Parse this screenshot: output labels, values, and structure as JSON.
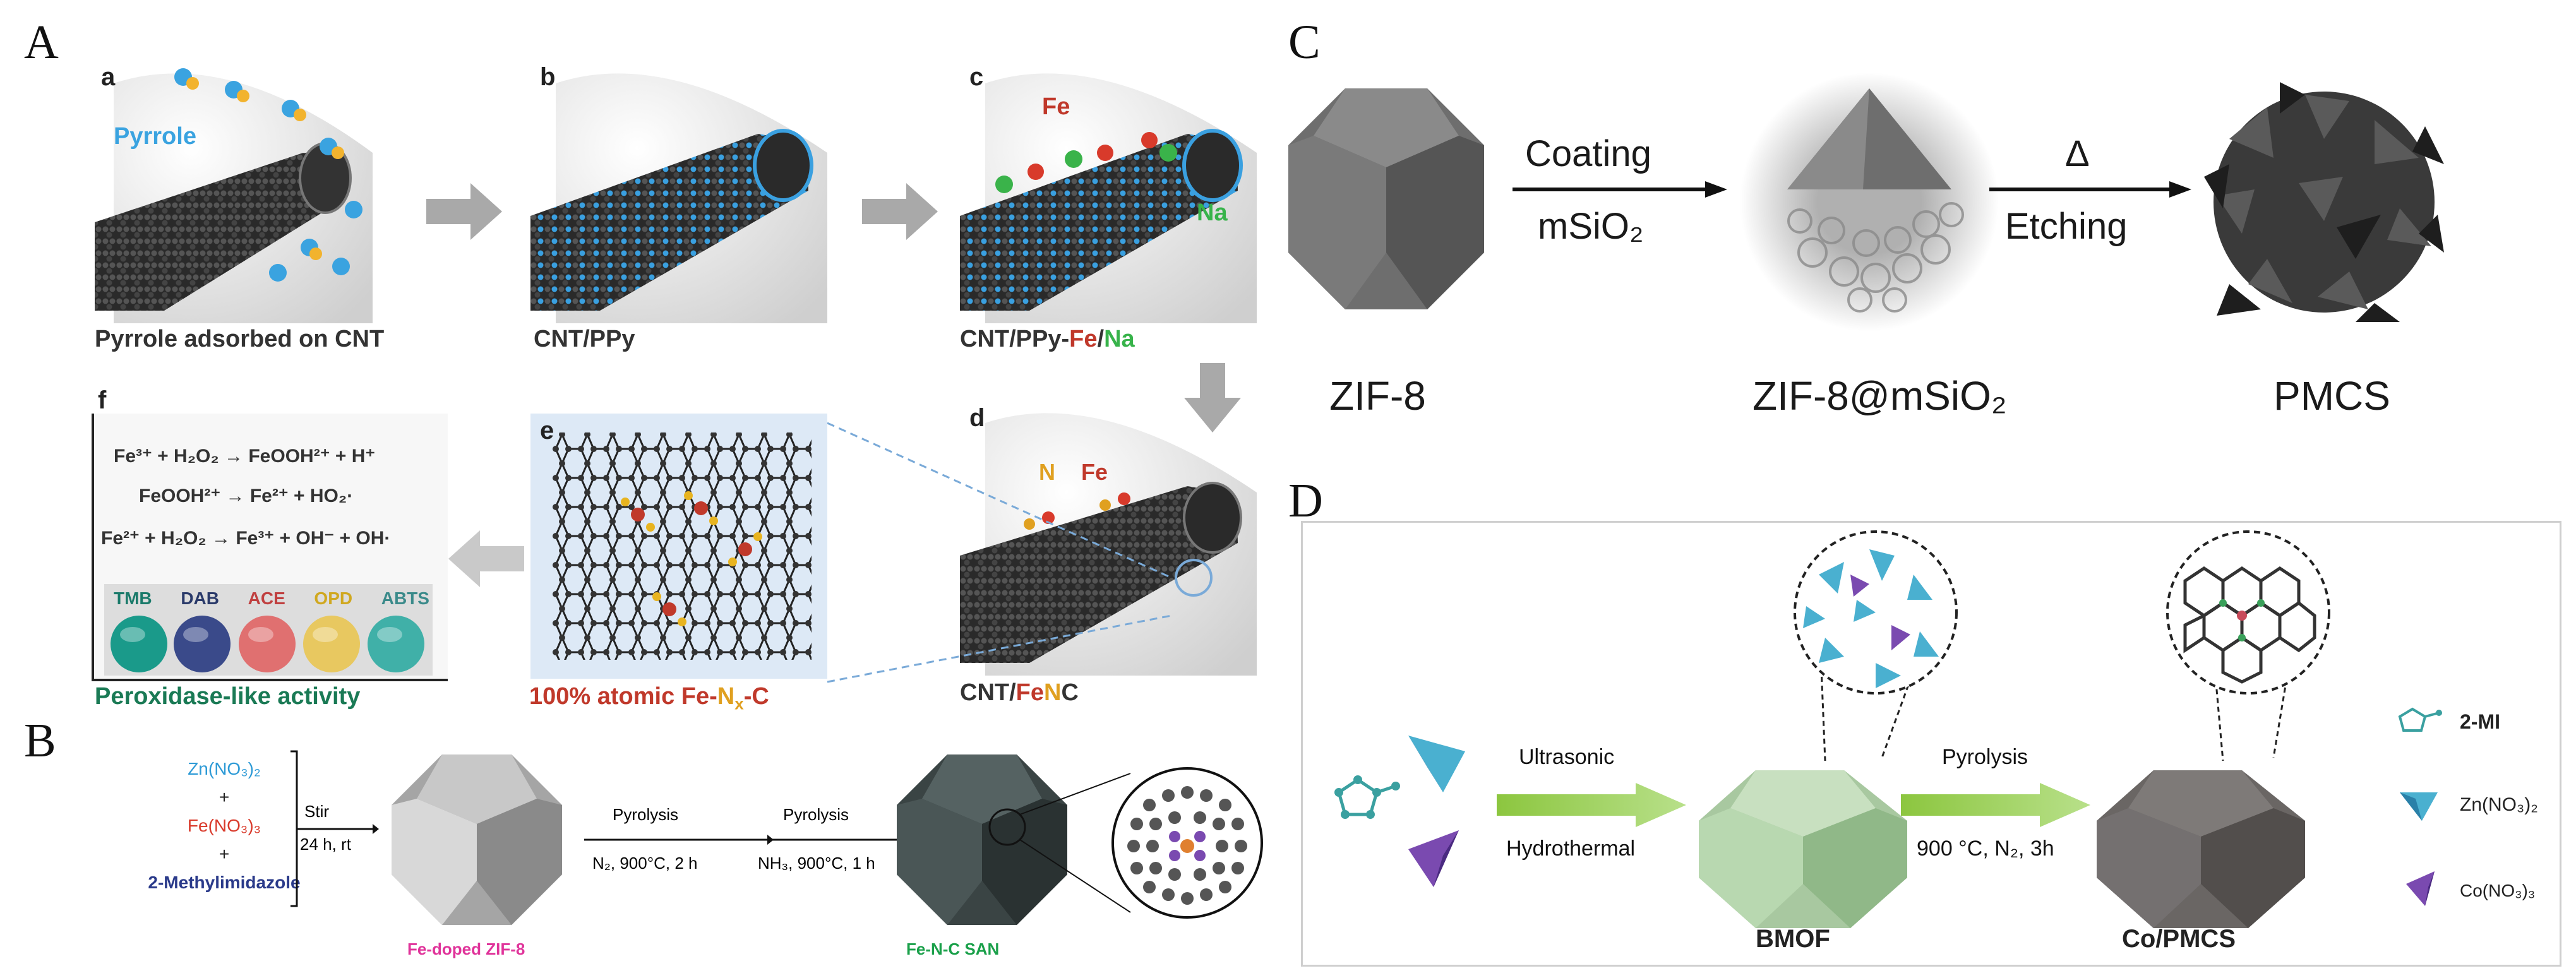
{
  "colors": {
    "pyrrole": "#38a3e0",
    "fe": "#c0392b",
    "na": "#37b34a",
    "n": "#e0a020",
    "activity": "#1a7a55",
    "zn": "#2d9ad6",
    "fe_b": "#d93a2b",
    "methyl": "#2a3a8a",
    "fedoped": "#e0339a",
    "fenc": "#1aa04a",
    "arrow_green": "#8cc63f"
  },
  "panelA": {
    "letter": "A",
    "a": {
      "label": "a",
      "tag": "Pyrrole",
      "caption": "Pyrrole adsorbed on CNT"
    },
    "b": {
      "label": "b",
      "caption": "CNT/PPy"
    },
    "c": {
      "label": "c",
      "fe": "Fe",
      "na": "Na",
      "caption_pre": "CNT/PPy-",
      "caption_fe": "Fe",
      "caption_slash": "/",
      "caption_na": "Na"
    },
    "d": {
      "label": "d",
      "n": "N",
      "fe": "Fe",
      "caption_pre": "CNT/",
      "caption_fe": "Fe",
      "caption_n": "N",
      "caption_post": "C"
    },
    "e": {
      "label": "e",
      "caption_pre": "100% atomic Fe-",
      "caption_n": "N",
      "caption_x": "x",
      "caption_post": "-C"
    },
    "f": {
      "label": "f",
      "reactions": [
        "Fe³⁺ + H₂O₂ → FeOOH²⁺ + H⁺",
        "FeOOH²⁺ → Fe²⁺ + HO₂·",
        "Fe²⁺ + H₂O₂ → Fe³⁺ + OH⁻ + OH·"
      ],
      "wells": [
        {
          "name": "TMB",
          "color": "#1a9a8a",
          "label_color": "#1a7a6a"
        },
        {
          "name": "DAB",
          "color": "#3a4a8a",
          "label_color": "#2a3a6a"
        },
        {
          "name": "ACE",
          "color": "#e07070",
          "label_color": "#c04040"
        },
        {
          "name": "OPD",
          "color": "#e8c860",
          "label_color": "#d0a820"
        },
        {
          "name": "ABTS",
          "color": "#40b0a8",
          "label_color": "#3a8a8a"
        }
      ],
      "caption": "Peroxidase-like activity"
    }
  },
  "panelB": {
    "letter": "B",
    "reagents": [
      "Zn(NO₃)₂",
      "+",
      "Fe(NO₃)₃",
      "+",
      "2-Methylimidazole"
    ],
    "step1_top": "Stir",
    "step1_bottom": "24 h, rt",
    "step2_top": "Pyrolysis",
    "step2_bottom": "N₂, 900°C, 2 h",
    "step3_top": "Pyrolysis",
    "step3_bottom": "NH₃, 900°C, 1 h",
    "label_zif": "Fe-doped ZIF-8",
    "label_san": "Fe-N-C SAN"
  },
  "panelC": {
    "letter": "C",
    "step1_top": "Coating",
    "step1_bottom": "mSiO₂",
    "step2_top": "Δ",
    "step2_bottom": "Etching",
    "label1": "ZIF-8",
    "label2": "ZIF-8@mSiO₂",
    "label3": "PMCS"
  },
  "panelD": {
    "letter": "D",
    "step1_top": "Ultrasonic",
    "step1_bottom": "Hydrothermal",
    "step2_top": "Pyrolysis",
    "step2_bottom": "900 °C, N₂, 3h",
    "label_bmof": "BMOF",
    "label_co": "Co/PMCS",
    "legend": [
      {
        "icon": "2-mi-icon",
        "text": "2-MI"
      },
      {
        "icon": "zn-tetra-icon",
        "text": "Zn(NO₃)₂"
      },
      {
        "icon": "co-tetra-icon",
        "text": "Co(NO₃)₃"
      }
    ]
  }
}
